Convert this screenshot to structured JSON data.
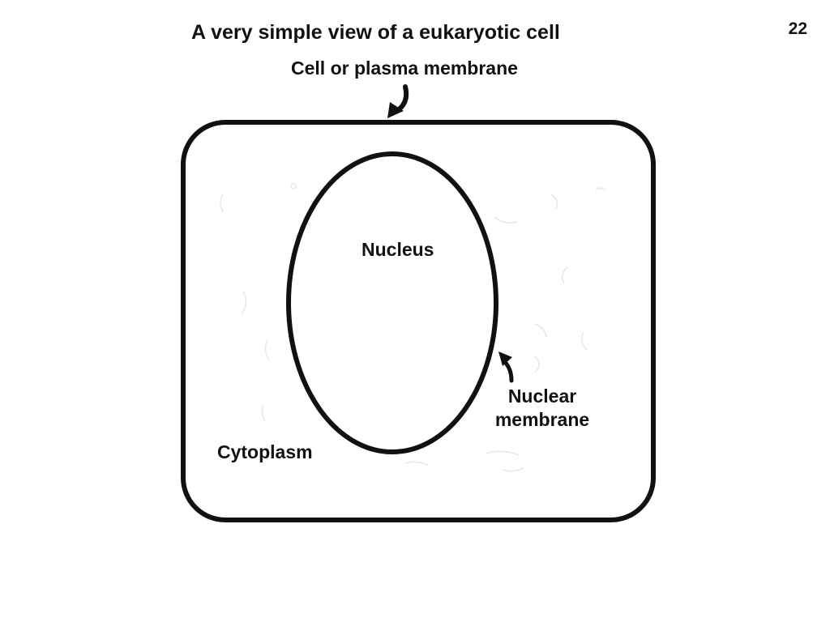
{
  "slide": {
    "title": "A very simple view of a eukaryotic cell",
    "page_number": "22"
  },
  "labels": {
    "plasma_membrane": "Cell or plasma membrane",
    "nucleus": "Nucleus",
    "nuclear_membrane_line1": "Nuclear",
    "nuclear_membrane_line2": "membrane",
    "cytoplasm": "Cytoplasm"
  },
  "colors": {
    "outline": "#111111",
    "background": "#ffffff"
  }
}
